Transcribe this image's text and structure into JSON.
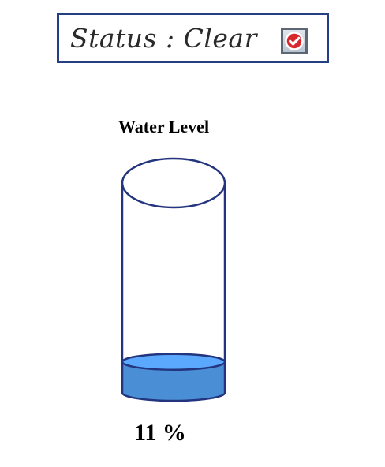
{
  "status": {
    "label": "Status : Clear",
    "icon": "check-circle-icon",
    "icon_color": "#d9272e"
  },
  "gauge": {
    "title": "Water Level",
    "level_percent": 11,
    "level_text": "11 %",
    "outline_color": "#24357f",
    "water_color": "#4a8fd6",
    "water_top_color": "#5aa9ff"
  }
}
